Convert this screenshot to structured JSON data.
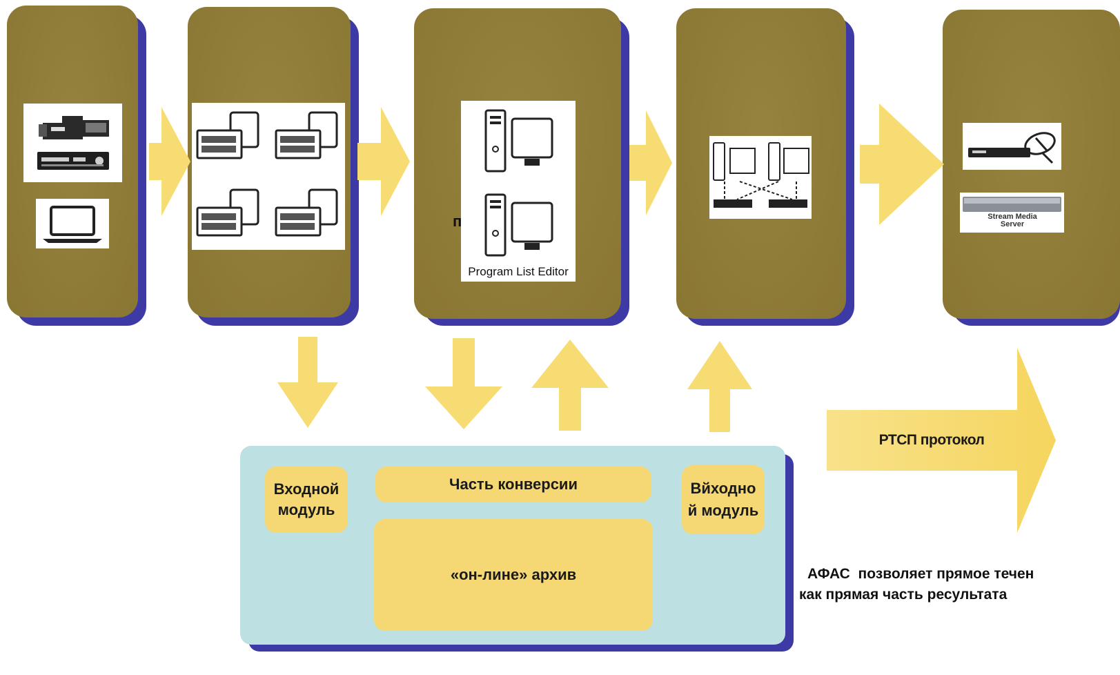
{
  "diagram": {
    "stage3_partial_label": "п                й",
    "program_list_editor_caption": "Program List Editor",
    "stream_media_server_caption": "Stream Media Server",
    "input_module": "Входной модуль",
    "conversion_part": "Часть конверсии",
    "online_archive": "«он-лине» архив",
    "output_module": "Вйходно й модуль",
    "rtsp_protocol": "РТСП протокол",
    "note_line1": "АФАС  позволяет прямое течен",
    "note_line2": "как прямая часть ресультата"
  },
  "colors": {
    "stage_fill": "#8f7b34",
    "stage_shadow": "#3d3aa6",
    "arrow": "#f7dc74",
    "archive_panel": "#bde0e2",
    "module_pill": "#f5d873"
  },
  "icons": [
    "video-camera-icon",
    "recorder-deck-icon",
    "laptop-icon",
    "workstation-icon",
    "server-monitor-icon",
    "satellite-receiver-icon",
    "stream-server-rack-icon"
  ]
}
